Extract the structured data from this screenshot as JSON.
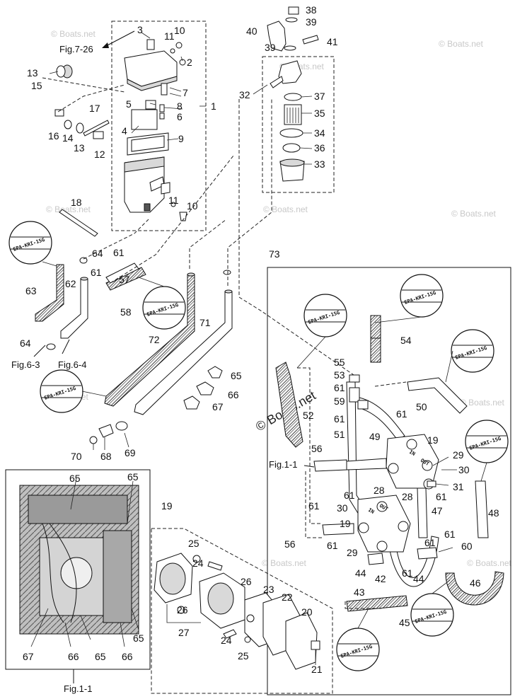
{
  "figure_refs": {
    "fig_7_26": "Fig.7-26",
    "fig_6_3": "Fig.6-3",
    "fig_6_4": "Fig.6-4",
    "fig_1_1_main": "Fig.1-1",
    "fig_1_1_bottom": "Fig.1-1"
  },
  "epa_label": "EPA-KRI-15G",
  "watermark": "© Boats.net",
  "part_numbers": {
    "p1": "1",
    "p2": "2",
    "p3": "3",
    "p4": "4",
    "p5": "5",
    "p6": "6",
    "p7": "7",
    "p8": "8",
    "p9": "9",
    "p10a": "10",
    "p10b": "10",
    "p11a": "11",
    "p11b": "11",
    "p12": "12",
    "p13a": "13",
    "p13b": "13",
    "p14": "14",
    "p15": "15",
    "p16": "16",
    "p17": "17",
    "p18": "18",
    "p19a": "19",
    "p19b": "19",
    "p19c": "19",
    "p20": "20",
    "p21": "21",
    "p22": "22",
    "p23": "23",
    "p24a": "24",
    "p24b": "24",
    "p25a": "25",
    "p25b": "25",
    "p26a": "26",
    "p26b": "26",
    "p27": "27",
    "p28a": "28",
    "p28b": "28",
    "p29a": "29",
    "p29b": "29",
    "p30a": "30",
    "p30b": "30",
    "p31": "31",
    "p32": "32",
    "p33": "33",
    "p34": "34",
    "p35": "35",
    "p36": "36",
    "p37": "37",
    "p38": "38",
    "p39a": "39",
    "p39b": "39",
    "p40": "40",
    "p41": "41",
    "p42": "42",
    "p43": "43",
    "p44a": "44",
    "p44b": "44",
    "p45": "45",
    "p46": "46",
    "p47": "47",
    "p48": "48",
    "p49": "49",
    "p50": "50",
    "p51": "51",
    "p52": "52",
    "p53": "53",
    "p54": "54",
    "p55": "55",
    "p56a": "56",
    "p56b": "56",
    "p57": "57",
    "p58": "58",
    "p59": "59",
    "p60": "60",
    "p61a": "61",
    "p61b": "61",
    "p61c": "61",
    "p61d": "61",
    "p61e": "61",
    "p61f": "61",
    "p61g": "61",
    "p61h": "61",
    "p61i": "61",
    "p61j": "61",
    "p61k": "61",
    "p61l": "61",
    "p62": "62",
    "p63": "63",
    "p64a": "64",
    "p64b": "64",
    "p65a": "65",
    "p65b": "65",
    "p65c": "65",
    "p65d": "65",
    "p65e": "65",
    "p66a": "66",
    "p66b": "66",
    "p66c": "66",
    "p67a": "67",
    "p67b": "67",
    "p68": "68",
    "p69": "69",
    "p70": "70",
    "p71": "71",
    "p72": "72",
    "p73": "73"
  },
  "fuel_pump_labels": {
    "in_a": "IN",
    "out_a": "OUT",
    "in_b": "IN",
    "out_b": "OUT"
  }
}
